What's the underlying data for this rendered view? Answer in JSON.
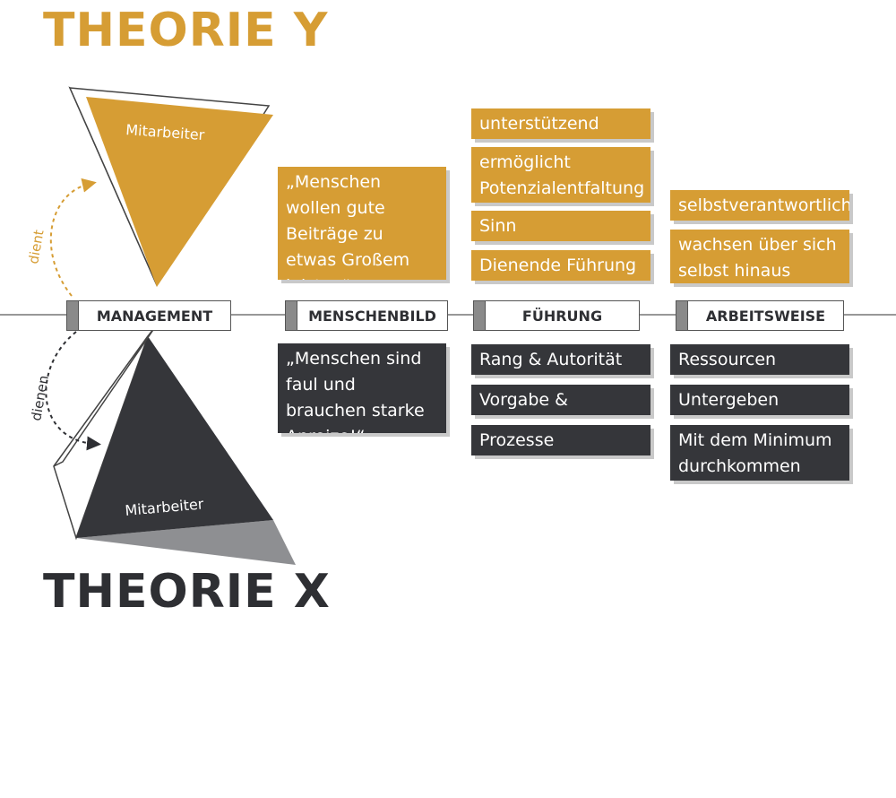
{
  "titles": {
    "y": "THEORIE Y",
    "x": "THEORIE X"
  },
  "triangles": {
    "y_label": "Mitarbeiter",
    "x_label": "Mitarbeiter"
  },
  "arrows": {
    "y_label": "dient",
    "x_label": "dienen"
  },
  "axis_labels": [
    "MANAGEMENT",
    "MENSCHENBILD",
    "FÜHRUNG",
    "ARBEITSWEISE"
  ],
  "menschenbild": {
    "y": "„Menschen wollen gute Beiträge zu etwas Großem leisten“",
    "x": "„Menschen sind faul und brauchen starke Anreize!“"
  },
  "fuehrung": {
    "y": [
      "unterstützend",
      "ermöglicht Potenzialentfaltung",
      "Sinn",
      "Dienende Führung"
    ],
    "x": [
      "Rang & Autorität",
      "Vorgabe & Kontrolle",
      "Prozesse"
    ]
  },
  "arbeitsweise": {
    "y": [
      "selbstverantwortlich",
      "wachsen über sich selbst hinaus"
    ],
    "x": [
      "Ressourcen",
      "Untergeben",
      "Mit dem Minimum durchkommen"
    ]
  },
  "colors": {
    "theory_y": "#d69d34",
    "theory_x": "#35363a",
    "shadow_gray": "#8e8f92"
  }
}
